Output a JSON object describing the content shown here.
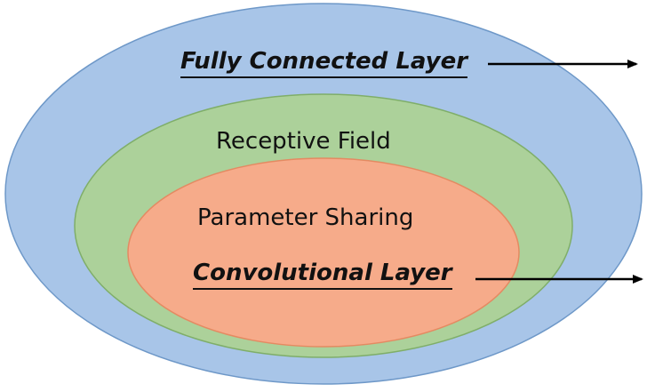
{
  "colors": {
    "outer_fill": "#a8c5e8",
    "outer_stroke": "#6e98c8",
    "middle_fill": "#acd19a",
    "middle_stroke": "#7fae69",
    "inner_fill": "#f6ab8a",
    "inner_stroke": "#e48a62",
    "text": "#111111",
    "arrow": "#000000"
  },
  "labels": {
    "fully_connected_layer": "Fully Connected Layer",
    "receptive_field": "Receptive Field",
    "parameter_sharing": "Parameter Sharing",
    "convolutional_layer": "Convolutional Layer"
  }
}
